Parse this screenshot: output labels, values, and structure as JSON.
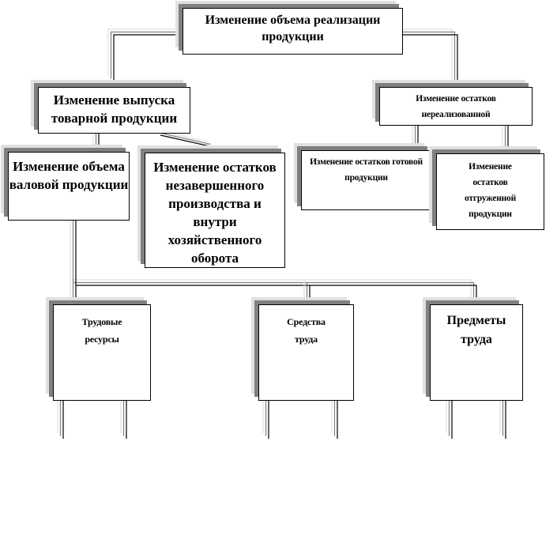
{
  "diagram": {
    "root": "Изменение объема реализации продукции",
    "output_change": "Изменение выпуска товарной продукции",
    "unsold_change": "Изменение остатков нереализованной",
    "gross_change": "Изменение объема валовой продукции",
    "wip_change": "Изменение остатков незавершенного производства и внутри хозяйственного оборота",
    "finished_change": "Изменение остатков готовой продукции",
    "shipped_change": "Изменение остатков отгруженной продукции",
    "labor_resources": "Трудовые ресурсы",
    "means_of_labor": "Средства труда",
    "objects_of_labor": "Предметы труда"
  }
}
